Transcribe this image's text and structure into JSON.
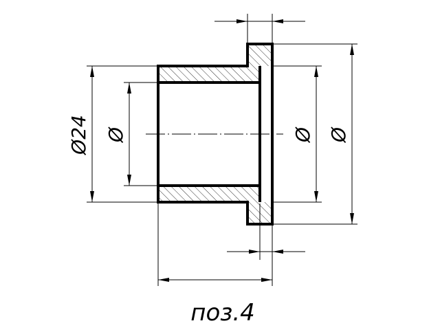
{
  "drawing": {
    "diameter_outer_left": "Ø24",
    "diameter_bore": "Ø",
    "diameter_flange_inner": "Ø",
    "diameter_flange_outer": "Ø",
    "caption": "поз.4"
  }
}
